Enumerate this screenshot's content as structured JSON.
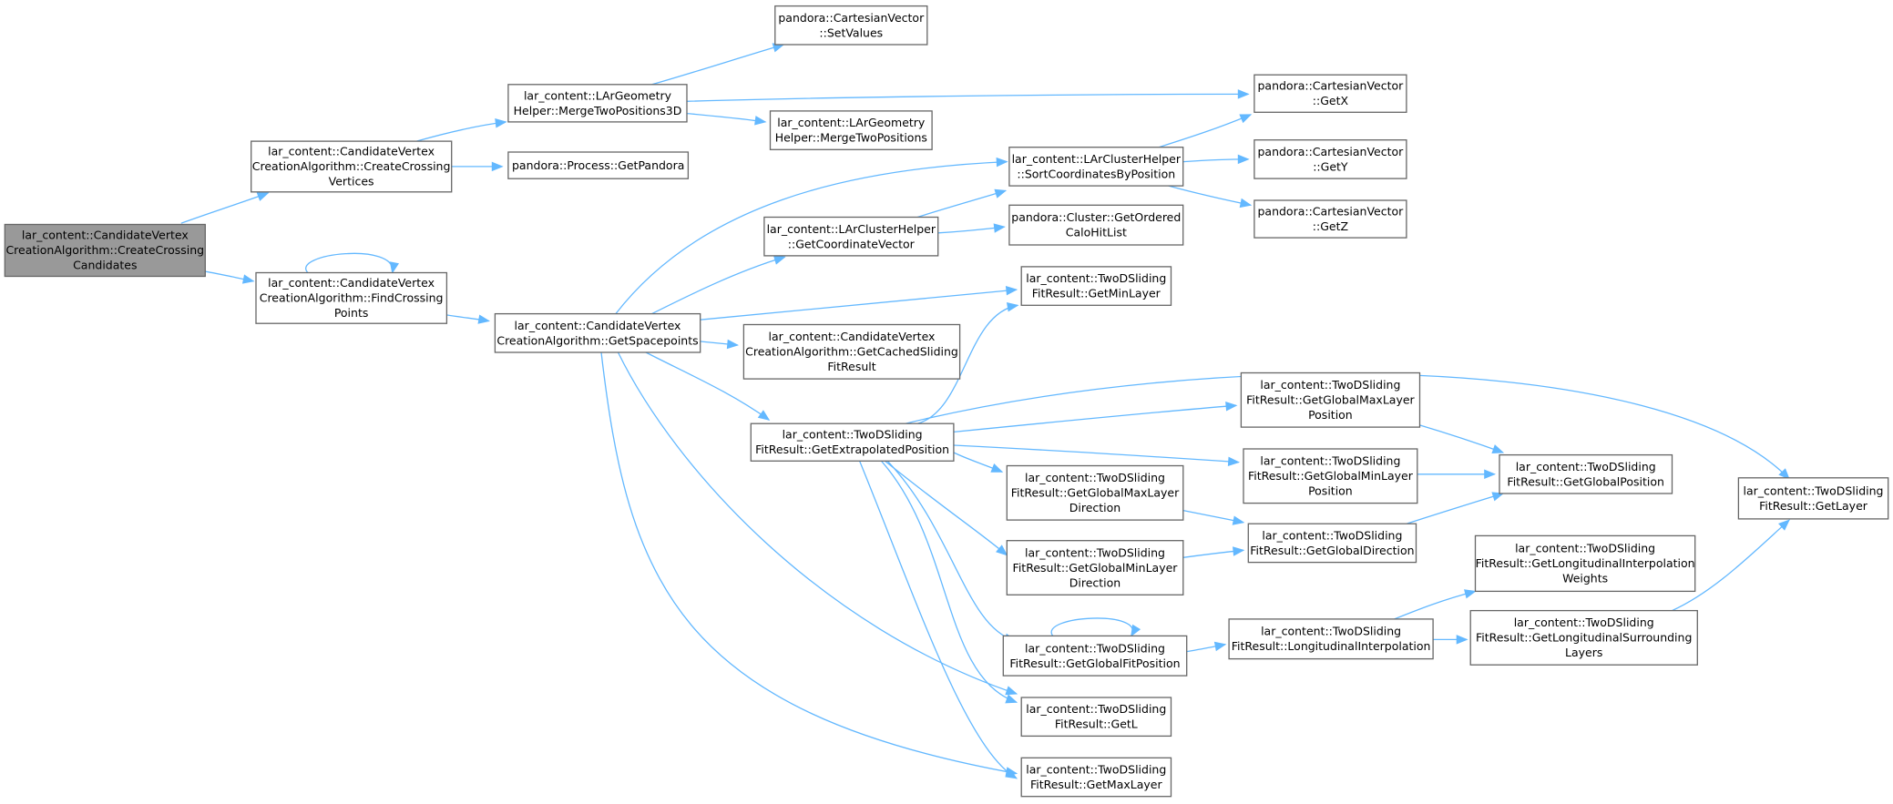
{
  "colors": {
    "edge": "#63b8ff",
    "node_fill": "#ffffff",
    "root_fill": "#999999",
    "node_border": "#666666"
  },
  "nodes": [
    {
      "id": "root",
      "root": true,
      "lines": [
        "lar_content::CandidateVertex",
        "CreationAlgorithm::CreateCrossing",
        "Candidates"
      ]
    },
    {
      "id": "ccv",
      "lines": [
        "lar_content::CandidateVertex",
        "CreationAlgorithm::CreateCrossing",
        "Vertices"
      ]
    },
    {
      "id": "fcp",
      "lines": [
        "lar_content::CandidateVertex",
        "CreationAlgorithm::FindCrossing",
        "Points"
      ]
    },
    {
      "id": "mtp3d",
      "lines": [
        "lar_content::LArGeometry",
        "Helper::MergeTwoPositions3D"
      ]
    },
    {
      "id": "getpandora",
      "lines": [
        "pandora::Process::GetPandora"
      ]
    },
    {
      "id": "getsp",
      "lines": [
        "lar_content::CandidateVertex",
        "CreationAlgorithm::GetSpacepoints"
      ]
    },
    {
      "id": "setvalues",
      "lines": [
        "pandora::CartesianVector",
        "::SetValues"
      ]
    },
    {
      "id": "mtp",
      "lines": [
        "lar_content::LArGeometry",
        "Helper::MergeTwoPositions"
      ]
    },
    {
      "id": "getx",
      "lines": [
        "pandora::CartesianVector",
        "::GetX"
      ]
    },
    {
      "id": "gety",
      "lines": [
        "pandora::CartesianVector",
        "::GetY"
      ]
    },
    {
      "id": "getz",
      "lines": [
        "pandora::CartesianVector",
        "::GetZ"
      ]
    },
    {
      "id": "sortc",
      "lines": [
        "lar_content::LArClusterHelper",
        "::SortCoordinatesByPosition"
      ]
    },
    {
      "id": "getcv",
      "lines": [
        "lar_content::LArClusterHelper",
        "::GetCoordinateVector"
      ]
    },
    {
      "id": "getoch",
      "lines": [
        "pandora::Cluster::GetOrdered",
        "CaloHitList"
      ]
    },
    {
      "id": "getminlayer",
      "lines": [
        "lar_content::TwoDSliding",
        "FitResult::GetMinLayer"
      ]
    },
    {
      "id": "getcached",
      "lines": [
        "lar_content::CandidateVertex",
        "CreationAlgorithm::GetCachedSliding",
        "FitResult"
      ]
    },
    {
      "id": "getextrap",
      "lines": [
        "lar_content::TwoDSliding",
        "FitResult::GetExtrapolatedPosition"
      ]
    },
    {
      "id": "gmaxlp",
      "lines": [
        "lar_content::TwoDSliding",
        "FitResult::GetGlobalMaxLayer",
        "Position"
      ]
    },
    {
      "id": "gminlp",
      "lines": [
        "lar_content::TwoDSliding",
        "FitResult::GetGlobalMinLayer",
        "Position"
      ]
    },
    {
      "id": "ggp",
      "lines": [
        "lar_content::TwoDSliding",
        "FitResult::GetGlobalPosition"
      ]
    },
    {
      "id": "getlayer",
      "lines": [
        "lar_content::TwoDSliding",
        "FitResult::GetLayer"
      ]
    },
    {
      "id": "gmaxld",
      "lines": [
        "lar_content::TwoDSliding",
        "FitResult::GetGlobalMaxLayer",
        "Direction"
      ]
    },
    {
      "id": "gminld",
      "lines": [
        "lar_content::TwoDSliding",
        "FitResult::GetGlobalMinLayer",
        "Direction"
      ]
    },
    {
      "id": "ggd",
      "lines": [
        "lar_content::TwoDSliding",
        "FitResult::GetGlobalDirection"
      ]
    },
    {
      "id": "gliw",
      "lines": [
        "lar_content::TwoDSliding",
        "FitResult::GetLongitudinalInterpolation",
        "Weights"
      ]
    },
    {
      "id": "ggfp",
      "lines": [
        "lar_content::TwoDSliding",
        "FitResult::GetGlobalFitPosition"
      ]
    },
    {
      "id": "li",
      "lines": [
        "lar_content::TwoDSliding",
        "FitResult::LongitudinalInterpolation"
      ]
    },
    {
      "id": "glsl",
      "lines": [
        "lar_content::TwoDSliding",
        "FitResult::GetLongitudinalSurrounding",
        "Layers"
      ]
    },
    {
      "id": "getl",
      "lines": [
        "lar_content::TwoDSliding",
        "FitResult::GetL"
      ]
    },
    {
      "id": "getmaxlayer",
      "lines": [
        "lar_content::TwoDSliding",
        "FitResult::GetMaxLayer"
      ]
    }
  ],
  "edges": [
    [
      "root",
      "ccv"
    ],
    [
      "root",
      "fcp"
    ],
    [
      "ccv",
      "mtp3d"
    ],
    [
      "ccv",
      "getpandora"
    ],
    [
      "mtp3d",
      "setvalues"
    ],
    [
      "mtp3d",
      "getx"
    ],
    [
      "mtp3d",
      "mtp"
    ],
    [
      "fcp",
      "fcp"
    ],
    [
      "fcp",
      "getsp"
    ],
    [
      "getsp",
      "sortc"
    ],
    [
      "getsp",
      "getcv"
    ],
    [
      "getsp",
      "getminlayer"
    ],
    [
      "getsp",
      "getcached"
    ],
    [
      "getsp",
      "getextrap"
    ],
    [
      "getsp",
      "getl"
    ],
    [
      "getsp",
      "getmaxlayer"
    ],
    [
      "sortc",
      "getx"
    ],
    [
      "sortc",
      "gety"
    ],
    [
      "sortc",
      "getz"
    ],
    [
      "getcv",
      "sortc"
    ],
    [
      "getcv",
      "getoch"
    ],
    [
      "getextrap",
      "getminlayer"
    ],
    [
      "getextrap",
      "getlayer"
    ],
    [
      "getextrap",
      "gmaxlp"
    ],
    [
      "getextrap",
      "gminlp"
    ],
    [
      "getextrap",
      "gmaxld"
    ],
    [
      "getextrap",
      "gminld"
    ],
    [
      "getextrap",
      "ggfp"
    ],
    [
      "getextrap",
      "getl"
    ],
    [
      "getextrap",
      "getmaxlayer"
    ],
    [
      "gmaxlp",
      "ggp"
    ],
    [
      "gminlp",
      "ggp"
    ],
    [
      "gmaxld",
      "ggd"
    ],
    [
      "gminld",
      "ggd"
    ],
    [
      "ggd",
      "ggp"
    ],
    [
      "ggfp",
      "ggfp"
    ],
    [
      "ggfp",
      "li"
    ],
    [
      "li",
      "gliw"
    ],
    [
      "li",
      "glsl"
    ],
    [
      "glsl",
      "getlayer"
    ]
  ]
}
